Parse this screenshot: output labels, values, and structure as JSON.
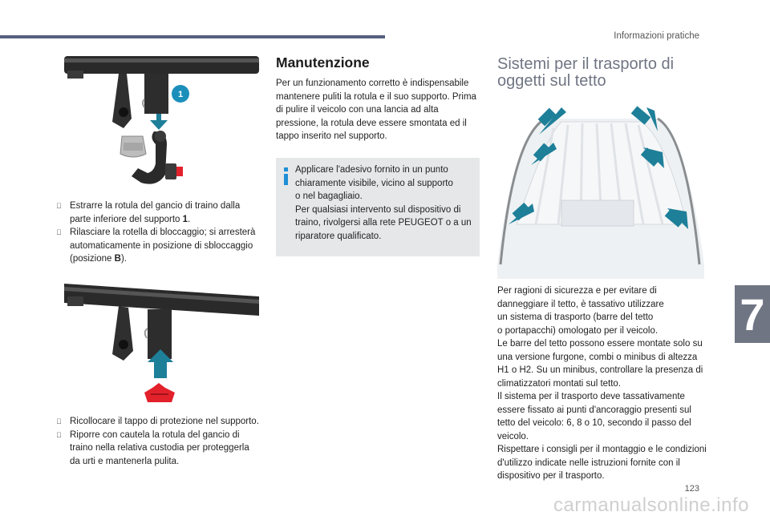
{
  "header": {
    "section_title": "Informazioni pratiche",
    "chapter_number": "7",
    "page_number": "123"
  },
  "left": {
    "figure1_callout": "1",
    "bullets1": [
      {
        "marker": "",
        "text": "Estrarre la rotula del gancio di traino dalla parte inferiore del supporto ",
        "bold": "1",
        "after": "."
      },
      {
        "marker": "",
        "text": "Rilasciare la rotella di bloccaggio; si arresterà automaticamente in posizione di sbloccaggio (posizione ",
        "bold": "B",
        "after": ")."
      }
    ],
    "bullets2": [
      {
        "marker": "",
        "text": "Ricollocare il tappo di protezione nel supporto."
      },
      {
        "marker": "",
        "text": "Riporre con cautela la rotula del gancio di traino nella relativa custodia per proteggerla da urti e mantenerla pulita."
      }
    ]
  },
  "middle": {
    "heading": "Manutenzione",
    "paragraph": "Per un funzionamento corretto è indispensabile mantenere puliti la rotula e il suo supporto. Prima di pulire il veicolo con una lancia ad alta pressione, la rotula deve essere smontata ed il tappo inserito nel supporto.",
    "info_icon": "info-icon",
    "info_text": "Applicare l'adesivo fornito in un punto chiaramente visibile, vicino al supporto\no nel bagagliaio.\nPer qualsiasi intervento sul dispositivo di traino, rivolgersi alla rete PEUGEOT o a un riparatore qualificato."
  },
  "right": {
    "heading": "Sistemi per il trasporto di oggetti sul tetto",
    "paragraph": "Per ragioni di sicurezza e per evitare di danneggiare il tetto, è tassativo utilizzare\nun sistema di trasporto (barre del tetto\no portapacchi) omologato per il veicolo.\nLe barre del tetto possono essere montate solo su una versione furgone, combi o minibus di altezza H1 o H2. Su un minibus, controllare la presenza di climatizzatori montati sul tetto.\nIl sistema per il trasporto deve tassativamente essere fissato ai punti d'ancoraggio presenti sul tetto del veicolo: 6, 8 o 10, secondo il passo del veicolo.\nRispettare i consigli per il montaggio e le condizioni d'utilizzo indicate nelle istruzioni fornite con il dispositivo per il trasporto."
  },
  "footer": {
    "watermark": "carmanualsonline.info"
  },
  "colors": {
    "accent_blue": "#1f8fd6",
    "arrow_teal": "#1e7f99",
    "tab_gray": "#6f7583",
    "info_bg": "#e6e7e8",
    "cap_red": "#e2212b"
  }
}
